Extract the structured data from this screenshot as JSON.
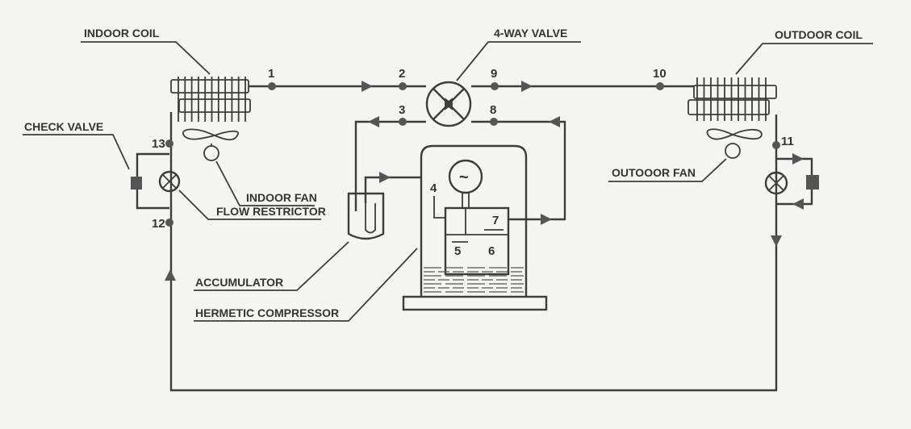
{
  "labels": {
    "indoor_coil": "INDOOR COIL",
    "four_way_valve": "4-WAY VALVE",
    "outdoor_coil": "OUTDOOR COIL",
    "check_valve": "CHECK VALVE",
    "indoor_fan": "INDOOR FAN",
    "flow_restrictor": "FLOW RESTRICTOR",
    "outdoor_fan": "OUTOOOR FAN",
    "accumulator": "ACCUMULATOR",
    "hermetic_compressor": "HERMETIC COMPRESSOR"
  },
  "points": {
    "p1": "1",
    "p2": "2",
    "p3": "3",
    "p4": "4",
    "p5": "5",
    "p6": "6",
    "p7": "7",
    "p8": "8",
    "p9": "9",
    "p10": "10",
    "p11": "11",
    "p12": "12",
    "p13": "13"
  },
  "motor_symbol": "~"
}
